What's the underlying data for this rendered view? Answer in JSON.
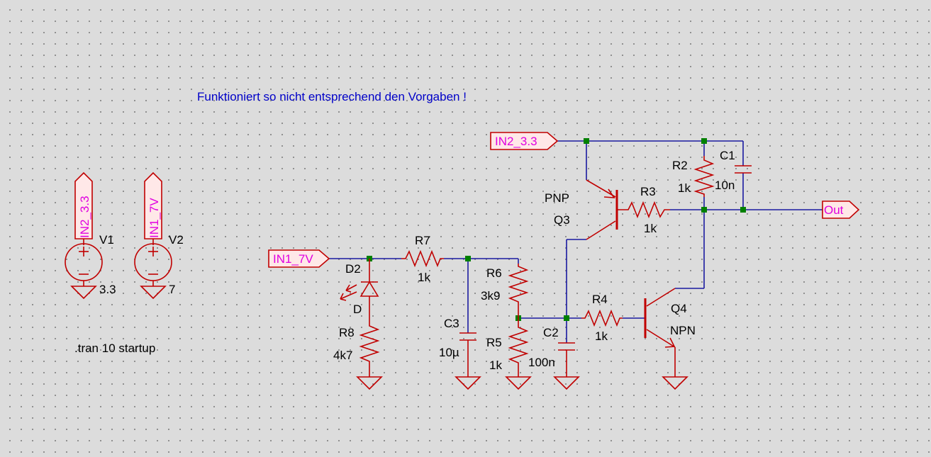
{
  "comment": "Funktioniert so nicht entsprechend den Vorgaben !",
  "directive": ".tran 10 startup",
  "net_labels": {
    "in2_top": "IN2_3.3",
    "in1_left": "IN1_7V",
    "out": "Out",
    "v1_net": "IN2_3.3",
    "v2_net": "IN1_7V"
  },
  "sources": [
    {
      "name": "V1",
      "value": "3.3"
    },
    {
      "name": "V2",
      "value": "7"
    }
  ],
  "components": {
    "R2": {
      "name": "R2",
      "value": "1k"
    },
    "C1": {
      "name": "C1",
      "value": "10n"
    },
    "R3": {
      "name": "R3",
      "value": "1k"
    },
    "Q3": {
      "name": "Q3",
      "type": "PNP"
    },
    "R7": {
      "name": "R7",
      "value": "1k"
    },
    "D2": {
      "name": "D2",
      "value": "D"
    },
    "R8": {
      "name": "R8",
      "value": "4k7"
    },
    "C3": {
      "name": "C3",
      "value": "10µ"
    },
    "R6": {
      "name": "R6",
      "value": "3k9"
    },
    "R5": {
      "name": "R5",
      "value": "1k"
    },
    "C2": {
      "name": "C2",
      "value": "100n"
    },
    "R4": {
      "name": "R4",
      "value": "1k"
    },
    "Q4": {
      "name": "Q4",
      "type": "NPN"
    }
  },
  "colors": {
    "background": "#dcdcdc",
    "wire": "#1a1aa0",
    "component": "#c00000",
    "junction": "#008000",
    "net_label": "#e000e0",
    "comment": "#0000c8"
  }
}
